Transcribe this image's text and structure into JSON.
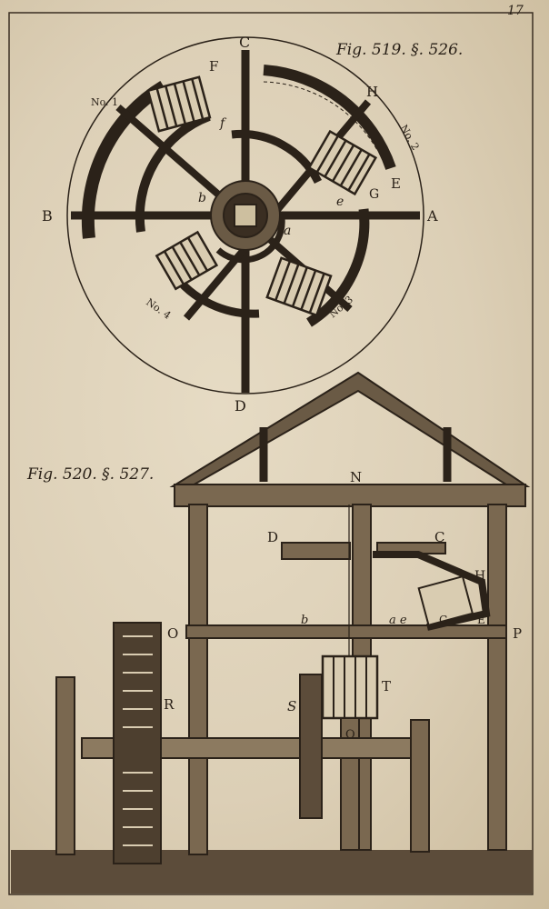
{
  "page_number": "17",
  "figure_519": {
    "caption": "Fig. 519. §. 526.",
    "labels": {
      "A": "A",
      "B": "B",
      "C": "C",
      "D": "D",
      "E": "E",
      "F": "F",
      "G": "G",
      "H": "H",
      "a": "a",
      "b": "b",
      "e": "e",
      "f": "f",
      "no1": "No. 1",
      "no2": "No. 2",
      "no3": "No. 3",
      "no4": "No. 4"
    }
  },
  "figure_520": {
    "caption": "Fig. 520. §. 527.",
    "labels": {
      "N": "N",
      "D": "D",
      "C": "C",
      "H": "H",
      "b": "b",
      "ae": "a e",
      "G": "G",
      "E": "E",
      "O": "O",
      "P": "P",
      "R": "R",
      "S": "S",
      "T": "T",
      "O2": "O"
    }
  }
}
